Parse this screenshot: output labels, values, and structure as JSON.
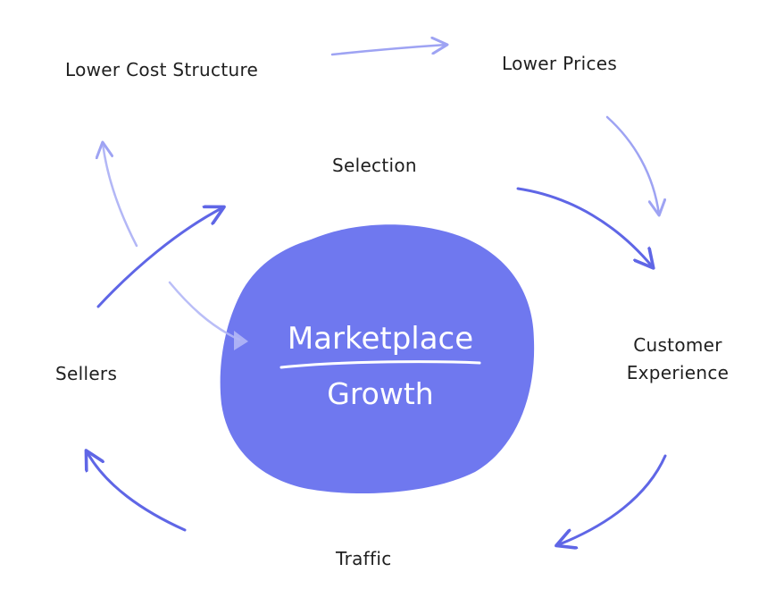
{
  "diagram": {
    "center": {
      "line1": "Marketplace",
      "line2": "Growth"
    },
    "nodes": {
      "lower_cost_structure": "Lower Cost Structure",
      "lower_prices": "Lower Prices",
      "selection": "Selection",
      "customer_experience_line1": "Customer",
      "customer_experience_line2": "Experience",
      "traffic": "Traffic",
      "sellers": "Sellers"
    },
    "colors": {
      "blob": "#6f78ef",
      "arrow": "#5f66e6",
      "arrow_light": "#9ea3f3",
      "text": "#1f1f1f",
      "center_text": "#ffffff"
    }
  }
}
